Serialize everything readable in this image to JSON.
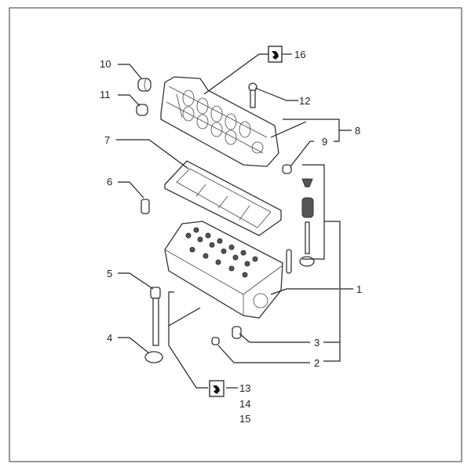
{
  "diagram": {
    "title": "Cylinder head exploded view",
    "callouts": {
      "c1": "1",
      "c2": "2",
      "c3": "3",
      "c4": "4",
      "c5": "5",
      "c6": "6",
      "c7": "7",
      "c8": "8",
      "c9": "9",
      "c10": "10",
      "c11": "11",
      "c12": "12",
      "c13": "13",
      "c14": "14",
      "c15": "15",
      "c16": "16"
    },
    "icons": [
      "wrench-icon",
      "wrench-icon"
    ]
  }
}
